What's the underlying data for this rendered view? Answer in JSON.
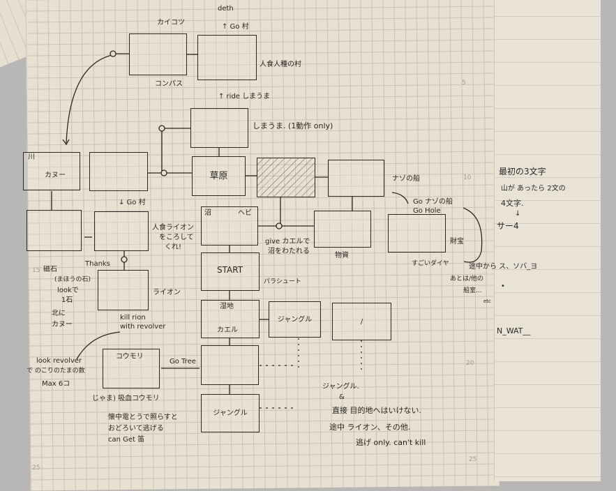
{
  "top": {
    "deth": "deth",
    "go_village": "↑ Go 村",
    "skeleton_label": "カイコツ",
    "compass": "コンパス",
    "cannibal_village": "人食人種の村",
    "ride": "↑ ride しまうま",
    "zebra": "しまうま. (1動作 only)"
  },
  "row1": {
    "river": "川",
    "canoe": "カヌー",
    "go_village2": "↓ Go 村",
    "grassland": "草原",
    "mystery_ship": "ナゾの船",
    "go_ship": "Go ナゾの船",
    "go_hole": "Go Hole"
  },
  "row2": {
    "kill_lion_request_1": "人食ライオン",
    "kill_lion_request_2": "をころして",
    "kill_lion_request_3": "くれ!",
    "thanks": "Thanks",
    "swamp": "沼",
    "snake": "ヘビ",
    "give_frog_1": "give カエルで",
    "give_frog_2": "沼をわたれる",
    "supplies": "物資",
    "treasure": "財宝",
    "diamond": "すごいダイヤ"
  },
  "left_notes": [
    "磁石",
    "(まほうの石)",
    "lookで",
    "1石",
    "北に",
    "カヌー"
  ],
  "lion": {
    "label": "ライオン",
    "kill_1": "kill rion",
    "kill_2": "with revolver"
  },
  "center": {
    "start": "START",
    "parachute": "パラシュート",
    "wetland": "湿地",
    "frog": "カエル",
    "jungle": "ジャングル",
    "jungle2": "ジャングル",
    "go_tree": "Go Tree",
    "slash": "/"
  },
  "bat": {
    "label": "コウモリ",
    "revolver_note": [
      "look revolver",
      "で のこりのたまの数",
      "Max 6コ"
    ],
    "vampire": "じゃま) 吸血コウモリ",
    "note": [
      "懐中電とうで照らすと",
      "おどろいて逃げる",
      "can Get 笛"
    ]
  },
  "jungle_notes": [
    "ジャングル.",
    "&",
    "直接 目的地へはいけない.",
    "途中 ライオン、その他.",
    "逃げ only.   can't kill"
  ],
  "right_notes": {
    "first3": "最初の3文字",
    "mountain": "山が あったら 2文の",
    "four": "4文字.",
    "arrow": "↓",
    "sa4": "サー4",
    "midway": "途中から ス、ソバ_ヨ",
    "others": "あとは/他の",
    "cabin": "船室...",
    "etc": "etc",
    "nwat": "N_WAT__",
    "dot": "•"
  },
  "page_numbers": {
    "n5a": "5",
    "n10": "10",
    "n15": "15",
    "n20": "20",
    "n25a": "25",
    "n25b": "25"
  }
}
